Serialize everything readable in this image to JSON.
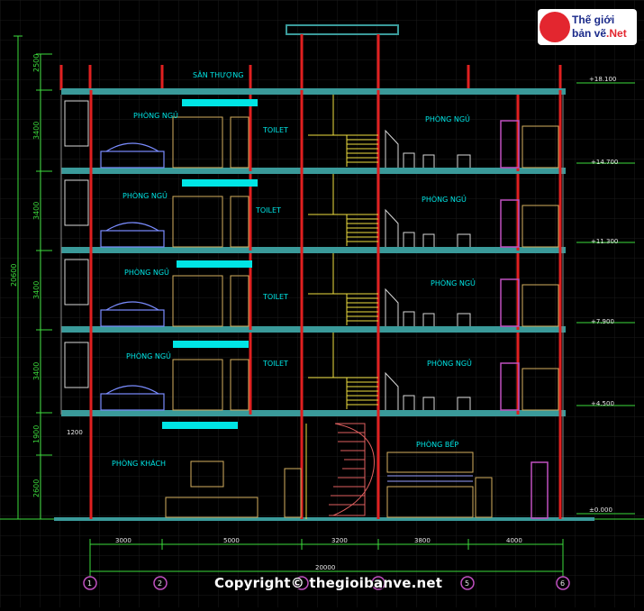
{
  "logo": {
    "line1": "Thế giới",
    "line2": "bản vẽ",
    "line2_accent": ".Net"
  },
  "copyright": "Copyright© thegioibanve.net",
  "rooms": {
    "roof": "SÂN THƯỢNG",
    "bedroom": "PHÒNG NGỦ",
    "toilet": "TOILET",
    "living": "PHÒNG KHÁCH",
    "kitchen": "PHÒNG BẾP"
  },
  "levels": [
    "+18.100",
    "+14.700",
    "+11.300",
    "+7.900",
    "+4.500",
    "±0.000"
  ],
  "vertical_dims": {
    "total": "20600",
    "segments": [
      "2500",
      "3400",
      "3400",
      "3400",
      "3400",
      "1900",
      "2600"
    ],
    "offset": "1200"
  },
  "horizontal_dims": {
    "segments": [
      "3000",
      "5000",
      "3200",
      "3800",
      "4000"
    ],
    "total": "20000"
  },
  "axes": [
    "1",
    "2",
    "3",
    "4",
    "5",
    "6"
  ],
  "colors": {
    "wall": "#e02020",
    "slab": "#3a9a9a",
    "dimension": "#3cdc3c",
    "text": "#00e5e5",
    "stair": "#f0e040"
  }
}
